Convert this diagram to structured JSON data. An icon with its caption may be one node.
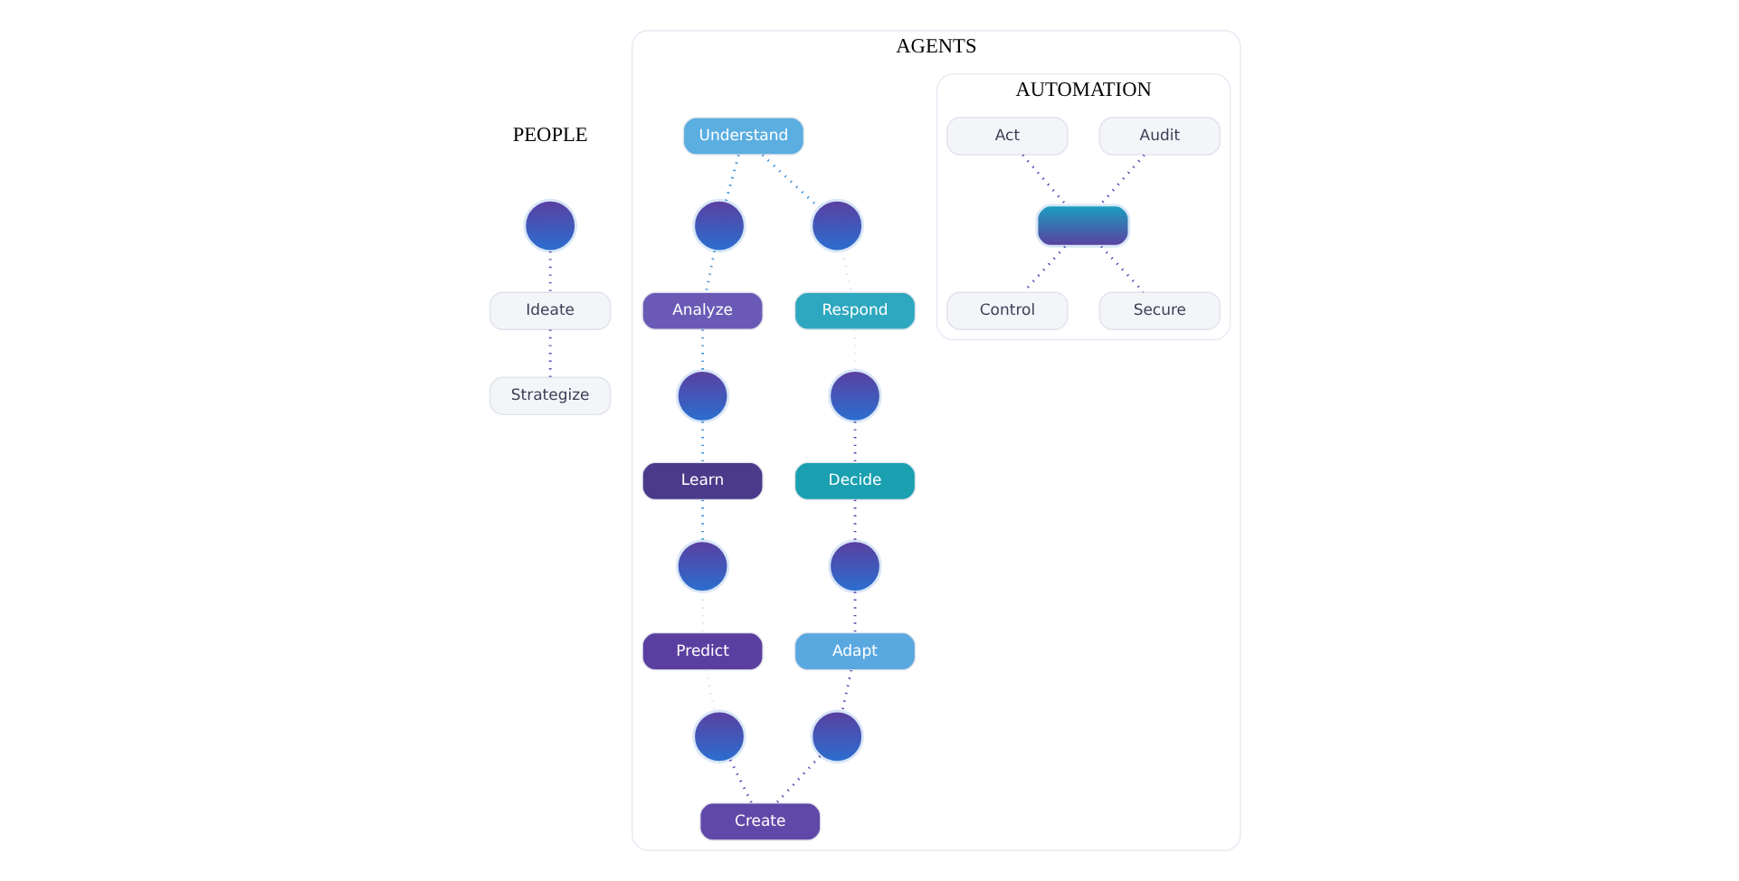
{
  "diagram": {
    "nodes": [
      {
        "text": [],
        "shape": "circle"
      },
      {
        "text": [
          "Ideate"
        ]
      },
      {
        "text": [
          "Strategize"
        ]
      },
      {
        "text": [
          "AGENTS"
        ]
      },
      {
        "text": [
          "Understand"
        ],
        "in": 3
      },
      {
        "text": [],
        "shape": "circle",
        "in": 3
      },
      {
        "text": [
          "Analyze"
        ],
        "in": 3
      },
      {
        "text": [],
        "shape": "circle",
        "in": 3
      },
      {
        "text": [
          "Learn"
        ],
        "in": 3
      },
      {
        "text": [],
        "shape": "circle",
        "in": 3
      },
      {
        "text": [],
        "shape": "circle",
        "in": 3
      },
      {
        "text": [
          "AUTOMATION"
        ],
        "in": 3
      },
      {
        "text": [
          "Audit"
        ],
        "in": 11
      },
      {
        "text": [
          "Act"
        ],
        "in": 11
      },
      {
        "text": [],
        "shape": "pill",
        "in": 11
      },
      {
        "text": [
          "Control"
        ],
        "in": 11
      },
      {
        "text": [
          "Secure"
        ],
        "in": 11
      },
      {
        "text": [
          "Respond"
        ],
        "in": 3
      },
      {
        "text": [
          "Predict"
        ],
        "in": 3
      },
      {
        "text": [],
        "shape": "circle",
        "in": 3
      },
      {
        "text": [],
        "shape": "circle",
        "in": 3
      },
      {
        "text": [
          "Decide"
        ],
        "in": 3
      },
      {
        "text": [],
        "shape": "circle",
        "in": 3
      },
      {
        "text": [
          "Adapt"
        ],
        "in": 3
      },
      {
        "text": [],
        "shape": "circle",
        "in": 3
      },
      {
        "text": [
          "Create"
        ],
        "in": 3
      }
    ],
    "edges": [
      {
        "from": 0,
        "to": 1,
        "arrow": "none"
      },
      {
        "from": 1,
        "to": 2,
        "arrow": "none"
      },
      {
        "from": 4,
        "to": 5,
        "arrow": "none",
        "color": "#3a8fd6"
      },
      {
        "from": 5,
        "to": 6,
        "arrow": "none",
        "color": "#3a8fd6"
      },
      {
        "from": 6,
        "to": 7,
        "arrow": "none",
        "color": "#3a8fd6"
      },
      {
        "from": 7,
        "to": 8,
        "arrow": "none",
        "color": "#3a8fd6"
      },
      {
        "from": 4,
        "to": 9,
        "arrow": "none",
        "color": "#3a8fd6"
      },
      {
        "from": 8,
        "to": 10,
        "arrow": "none",
        "color": "#3a8fd6"
      },
      {
        "from": 12,
        "to": 14,
        "arrow": "none"
      },
      {
        "from": 13,
        "to": 14,
        "arrow": "none"
      },
      {
        "from": 14,
        "to": 15,
        "arrow": "none"
      },
      {
        "from": 14,
        "to": 16,
        "arrow": "none"
      },
      {
        "from": 9,
        "to": 17,
        "arrow": "none",
        "color": "#dfe6f1"
      },
      {
        "from": 10,
        "to": 18,
        "arrow": "none",
        "color": "#dfe6f1"
      },
      {
        "from": 17,
        "to": 19,
        "arrow": "none",
        "color": "#dfe6f1"
      },
      {
        "from": 18,
        "to": 20,
        "arrow": "none",
        "color": "#dfe6f1"
      },
      {
        "from": 19,
        "to": 21,
        "arrow": "none"
      },
      {
        "from": 20,
        "to": 25,
        "arrow": "none"
      },
      {
        "from": 21,
        "to": 22,
        "arrow": "none"
      },
      {
        "from": 22,
        "to": 23,
        "arrow": "none"
      },
      {
        "from": 23,
        "to": 24,
        "arrow": "none"
      },
      {
        "from": 24,
        "to": 25,
        "arrow": "none"
      }
    ],
    "labels": [
      "PEOPLE"
    ]
  }
}
